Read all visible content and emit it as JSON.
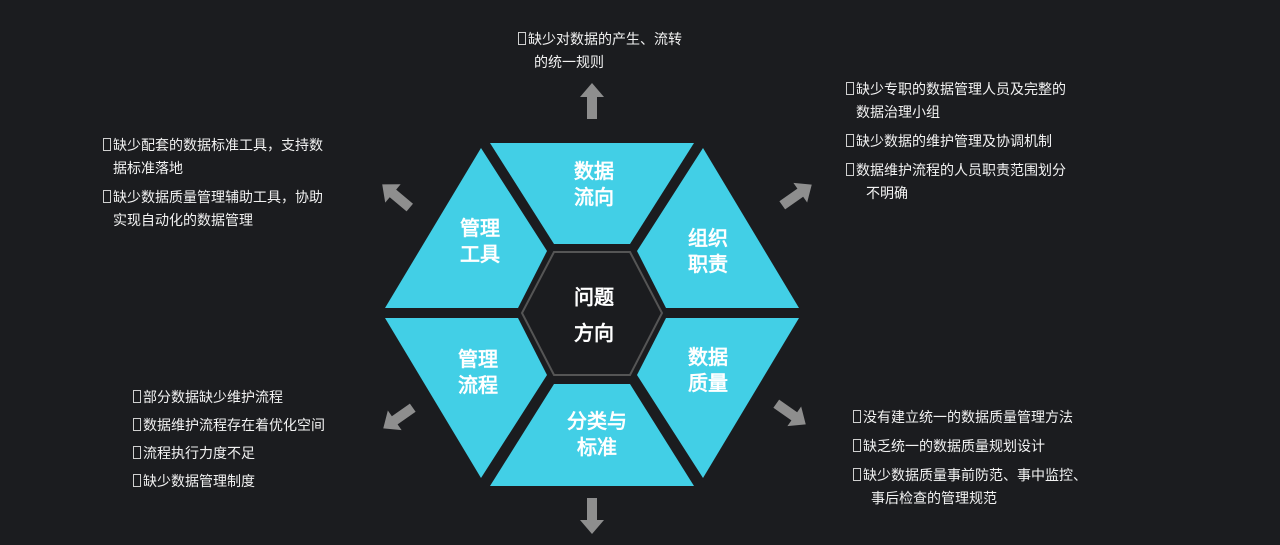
{
  "colors": {
    "background": "#1b1c1f",
    "segment": "#42cfe6",
    "center": "#1b1c1f",
    "arrow": "#8e8e8e",
    "text": "#ffffff"
  },
  "center": {
    "line1": "问题",
    "line2": "方向"
  },
  "segments": {
    "top": {
      "line1": "数据",
      "line2": "流向"
    },
    "upper_right": {
      "line1": "组织",
      "line2": "职责"
    },
    "lower_right": {
      "line1": "数据",
      "line2": "质量"
    },
    "bottom": {
      "line1": "分类与",
      "line2": "标准"
    },
    "lower_left": {
      "line1": "管理",
      "line2": "流程"
    },
    "upper_left": {
      "line1": "管理",
      "line2": "工具"
    }
  },
  "notes": {
    "top": [
      {
        "line1": "缺少对数据的产生、流转",
        "line2": "的统一规则"
      }
    ],
    "upper_right": [
      {
        "line1": "缺少专职的数据管理人员及完整的",
        "line2": "数据治理小组"
      },
      {
        "line1": "缺少数据的维护管理及协调机制"
      },
      {
        "line1": "数据维护流程的人员职责范围划分",
        "line2": "不明确"
      }
    ],
    "upper_left": [
      {
        "line1": "缺少配套的数据标准工具，支持数",
        "line2": "据标准落地"
      },
      {
        "line1": "缺少数据质量管理辅助工具，协助",
        "line2": "实现自动化的数据管理"
      }
    ],
    "lower_left": [
      {
        "line1": "部分数据缺少维护流程"
      },
      {
        "line1": "数据维护流程存在着优化空间"
      },
      {
        "line1": "流程执行力度不足"
      },
      {
        "line1": "缺少数据管理制度"
      }
    ],
    "lower_right": [
      {
        "line1": "没有建立统一的数据质量管理方法"
      },
      {
        "line1": "缺乏统一的数据质量规划设计"
      },
      {
        "line1": "缺少数据质量事前防范、事中监控、",
        "line2": "事后检查的管理规范"
      }
    ]
  }
}
